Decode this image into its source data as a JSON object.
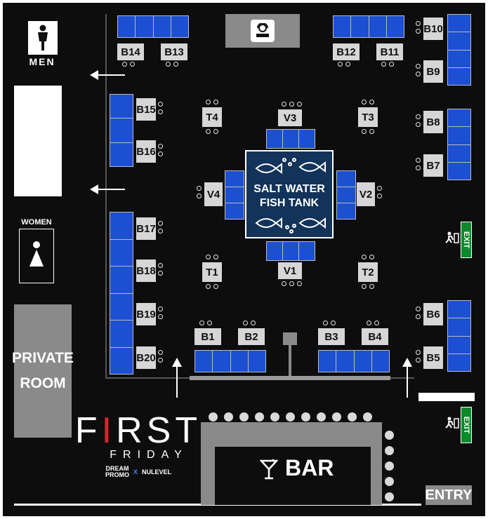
{
  "restrooms": {
    "men": "MEN",
    "women": "WOMEN"
  },
  "private_room": {
    "line1": "PRIVATE",
    "line2": "ROOM"
  },
  "tank": {
    "line1": "SALT WATER",
    "line2": "FISH TANK"
  },
  "tables": {
    "B1": "B1",
    "B2": "B2",
    "B3": "B3",
    "B4": "B4",
    "B5": "B5",
    "B6": "B6",
    "B7": "B7",
    "B8": "B8",
    "B9": "B9",
    "B10": "B10",
    "B11": "B11",
    "B12": "B12",
    "B13": "B13",
    "B14": "B14",
    "B15": "B15",
    "B16": "B16",
    "B17": "B17",
    "B18": "B18",
    "B19": "B19",
    "B20": "B20",
    "T1": "T1",
    "T2": "T2",
    "T3": "T3",
    "T4": "T4",
    "V1": "V1",
    "V2": "V2",
    "V3": "V3",
    "V4": "V4"
  },
  "exit_label": "EXIT",
  "bar_label": "BAR",
  "entry_label": "ENTRY",
  "brand": {
    "title_part1": "F",
    "title_accent": "I",
    "title_part2": "RST",
    "subtitle": "FRIDAY",
    "partner1_line1": "DREAM",
    "partner1_line2": "PROMO",
    "separator": "X",
    "partner2": "NULEVEL",
    "accent_color": "#e0232a"
  },
  "colors": {
    "sofa": "#1d4fd1",
    "tank": "#12335a",
    "exit": "#0a8a2a",
    "private_room": "#8a8a8a"
  },
  "icons": [
    "male-restroom-icon",
    "female-restroom-icon",
    "dj-booth-icon",
    "fish-icon",
    "exit-person-icon",
    "cocktail-icon"
  ]
}
